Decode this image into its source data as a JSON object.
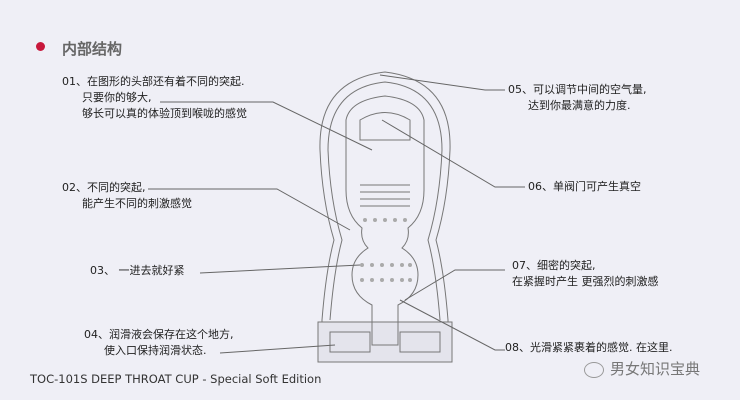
{
  "title": "内部结构",
  "accent_color": "#c8183c",
  "notes": [
    {
      "id": "01",
      "lines": [
        "01、在图形的头部还有着不同的突起.",
        "只要你的够大,",
        "够长可以真的体验顶到喉咙的感觉"
      ]
    },
    {
      "id": "02",
      "lines": [
        "02、不同的突起,",
        "能产生不同的刺激感觉"
      ]
    },
    {
      "id": "03",
      "lines": [
        "03、 一进去就好紧"
      ]
    },
    {
      "id": "04",
      "lines": [
        "04、润滑液会保存在这个地方,",
        "使入口保持润滑状态."
      ]
    },
    {
      "id": "05",
      "lines": [
        "05、可以调节中间的空气量,",
        "达到你最满意的力度."
      ]
    },
    {
      "id": "06",
      "lines": [
        "06、单阀门可产生真空"
      ]
    },
    {
      "id": "07",
      "lines": [
        "07、细密的突起,",
        "在紧握时产生  更强烈的刺激感"
      ]
    },
    {
      "id": "08",
      "lines": [
        "08、光滑紧紧裹着的感觉. 在这里."
      ]
    }
  ],
  "footer": "TOC-101S  DEEP THROAT CUP - Special Soft Edition",
  "watermark": "男女知识宝典"
}
